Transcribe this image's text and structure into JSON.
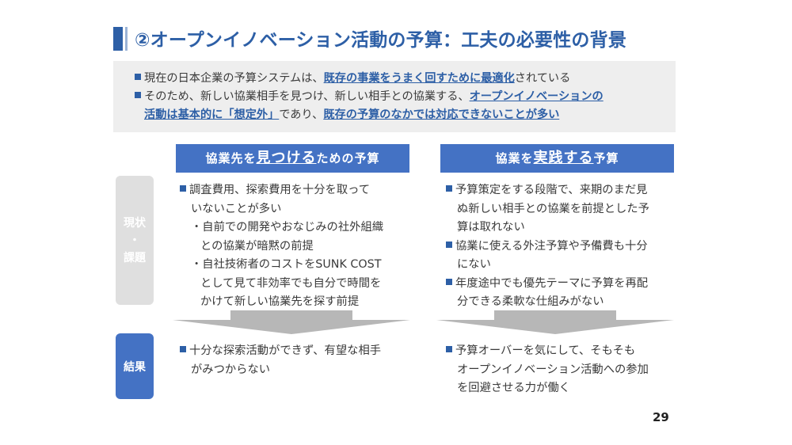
{
  "title": "②オープンイノベーション活動の予算：工夫の必要性の背景",
  "summary": {
    "line1_a": "現在の日本企業の予算システムは、",
    "line1_hl": "既存の事業をうまく回すために最適化",
    "line1_b": "されている",
    "line2_a": "そのため、新しい協業相手を見つけ、新しい相手との協業する、",
    "line2_hl": "オープンイノベーションの",
    "line3_hl": "活動は基本的に「想定外」",
    "line3_b": "であり、",
    "line3_hl2": "既存の予算のなかでは対応できないことが多い"
  },
  "left_header": {
    "pre": "協業先を",
    "emph": "見つける",
    "post": "ための予算"
  },
  "right_header": {
    "pre": "協業を",
    "emph": "実践する",
    "post": "予算"
  },
  "side_labels": {
    "issues_top": "現状",
    "issues_dot": "・",
    "issues_bottom": "課題",
    "result": "結果"
  },
  "left_issues": [
    "調査費用、探索費用を十分を取って",
    "いないことが多い",
    "・自前での開発やおなじみの社外組織",
    "との協業が暗黙の前提",
    "・自社技術者のコストをSUNK COST",
    "として見て非効率でも自分で時間を",
    "かけて新しい協業先を探す前提"
  ],
  "right_issues": [
    "予算策定をする段階で、来期のまだ見",
    "ぬ新しい相手との協業を前提とした予",
    "算は取れない",
    "協業に使える外注予算や予備費も十分",
    "にない",
    "年度途中でも優先テーマに予算を再配",
    "分できる柔軟な仕組みがない"
  ],
  "left_result": [
    "十分な探索活動ができず、有望な相手",
    "がみつからない"
  ],
  "right_result": [
    "予算オーバーを気にして、そもそも",
    "オープンイノベーション活動への参加",
    "を回避させる力が働く"
  ],
  "page_number": "29",
  "colors": {
    "accent": "#2d5fa6",
    "header": "#4472c4",
    "summary_bg": "#eeeeee",
    "arrow": "#b7b7b7"
  }
}
